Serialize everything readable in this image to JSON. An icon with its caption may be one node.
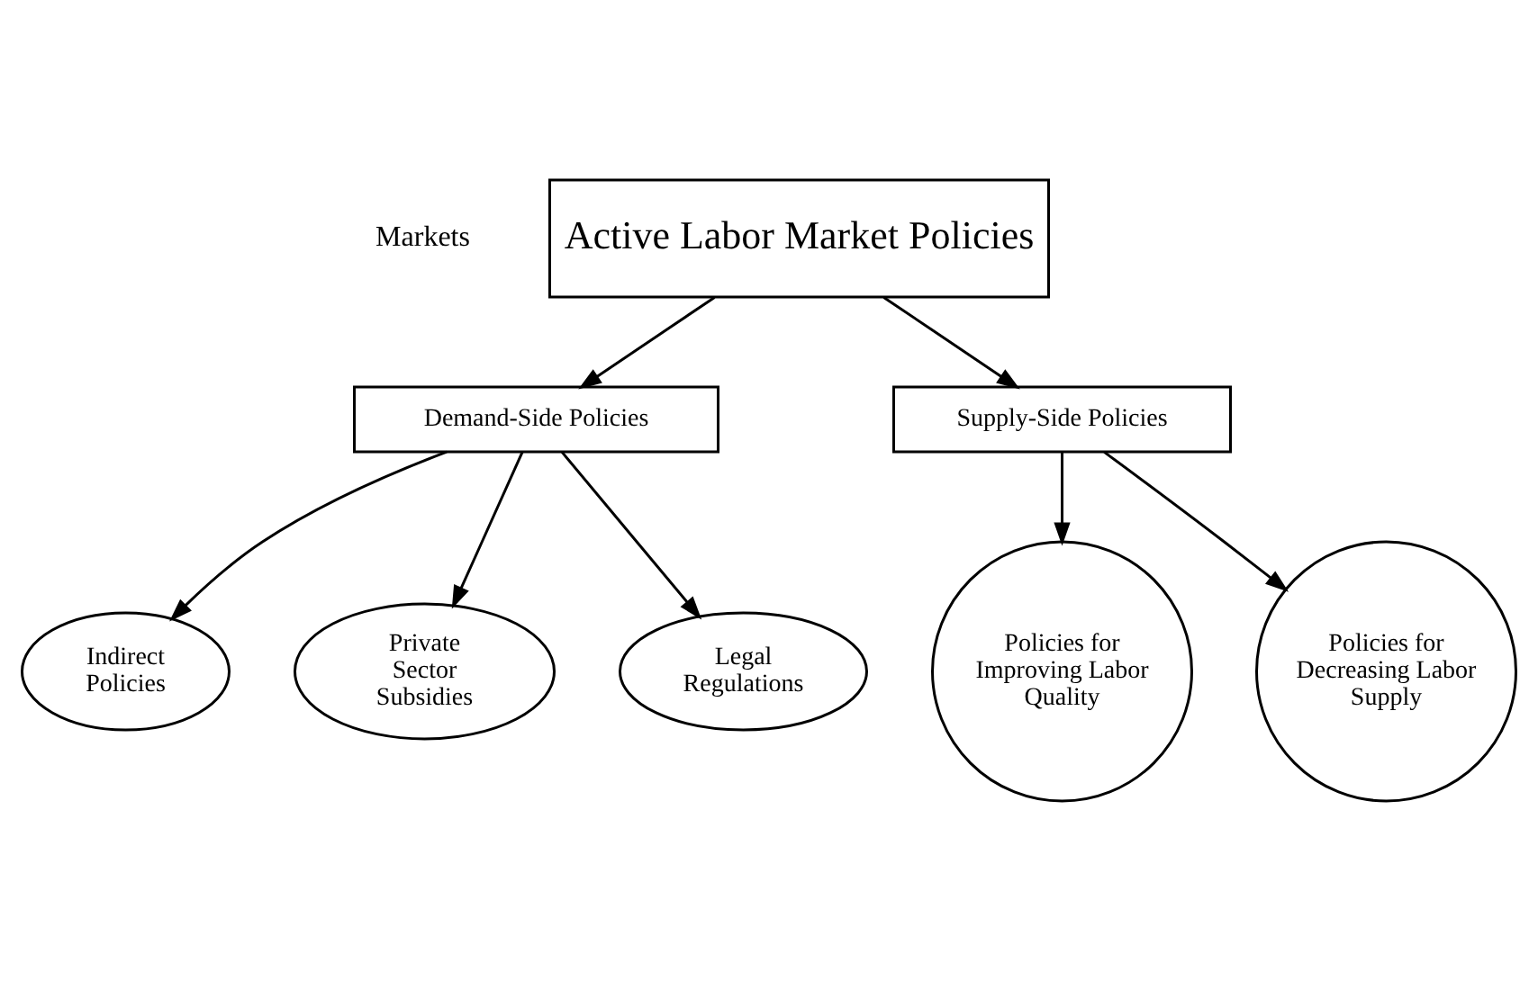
{
  "diagram": {
    "nodes": [
      {
        "text": [
          "Active Labor Market Policies"
        ]
      },
      {
        "text": [
          "Demand-Side Policies"
        ]
      },
      {
        "text": [
          "Supply-Side Policies"
        ]
      },
      {
        "text": [
          "Indirect Policies"
        ]
      },
      {
        "text": [
          "Private Sector Subsidies"
        ]
      },
      {
        "text": [
          "Legal Regulations"
        ]
      },
      {
        "text": [
          "Policies for Improving Labor Quality"
        ]
      },
      {
        "text": [
          "Policies for Decreasing Labor Supply"
        ]
      }
    ],
    "edges": [
      {
        "from": 0,
        "to": 1,
        "arrow": "to"
      },
      {
        "from": 0,
        "to": 2,
        "arrow": "to"
      },
      {
        "from": 1,
        "to": 3,
        "arrow": "to"
      },
      {
        "from": 1,
        "to": 4,
        "arrow": "to"
      },
      {
        "from": 1,
        "to": 5,
        "arrow": "to"
      },
      {
        "from": 2,
        "to": 6,
        "arrow": "to"
      },
      {
        "from": 2,
        "to": 7,
        "arrow": "to"
      }
    ],
    "labels": [
      "Markets"
    ]
  }
}
